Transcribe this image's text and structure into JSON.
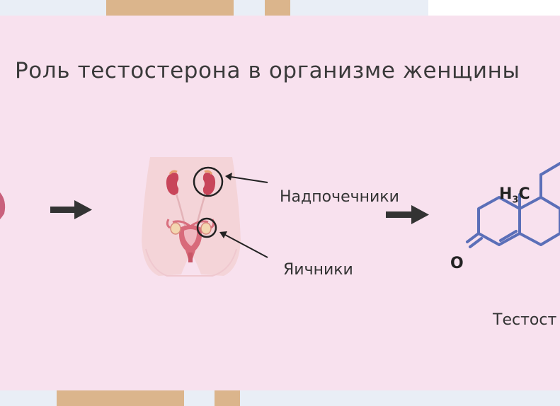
{
  "slide": {
    "title": "Роль тестостерона в организме женщины"
  },
  "labels": {
    "adrenal": "Надпочечники",
    "ovaries": "Яичники",
    "testosterone": "Тестост"
  },
  "molecule": {
    "methyl_h": "H",
    "methyl_sub": "3",
    "methyl_c": "C",
    "oxygen": "O"
  },
  "colors": {
    "panel_background": "#f8e1ee",
    "arrow": "#333333",
    "molecule_bonds": "#5b6fb8",
    "organ_red": "#c8455a"
  }
}
